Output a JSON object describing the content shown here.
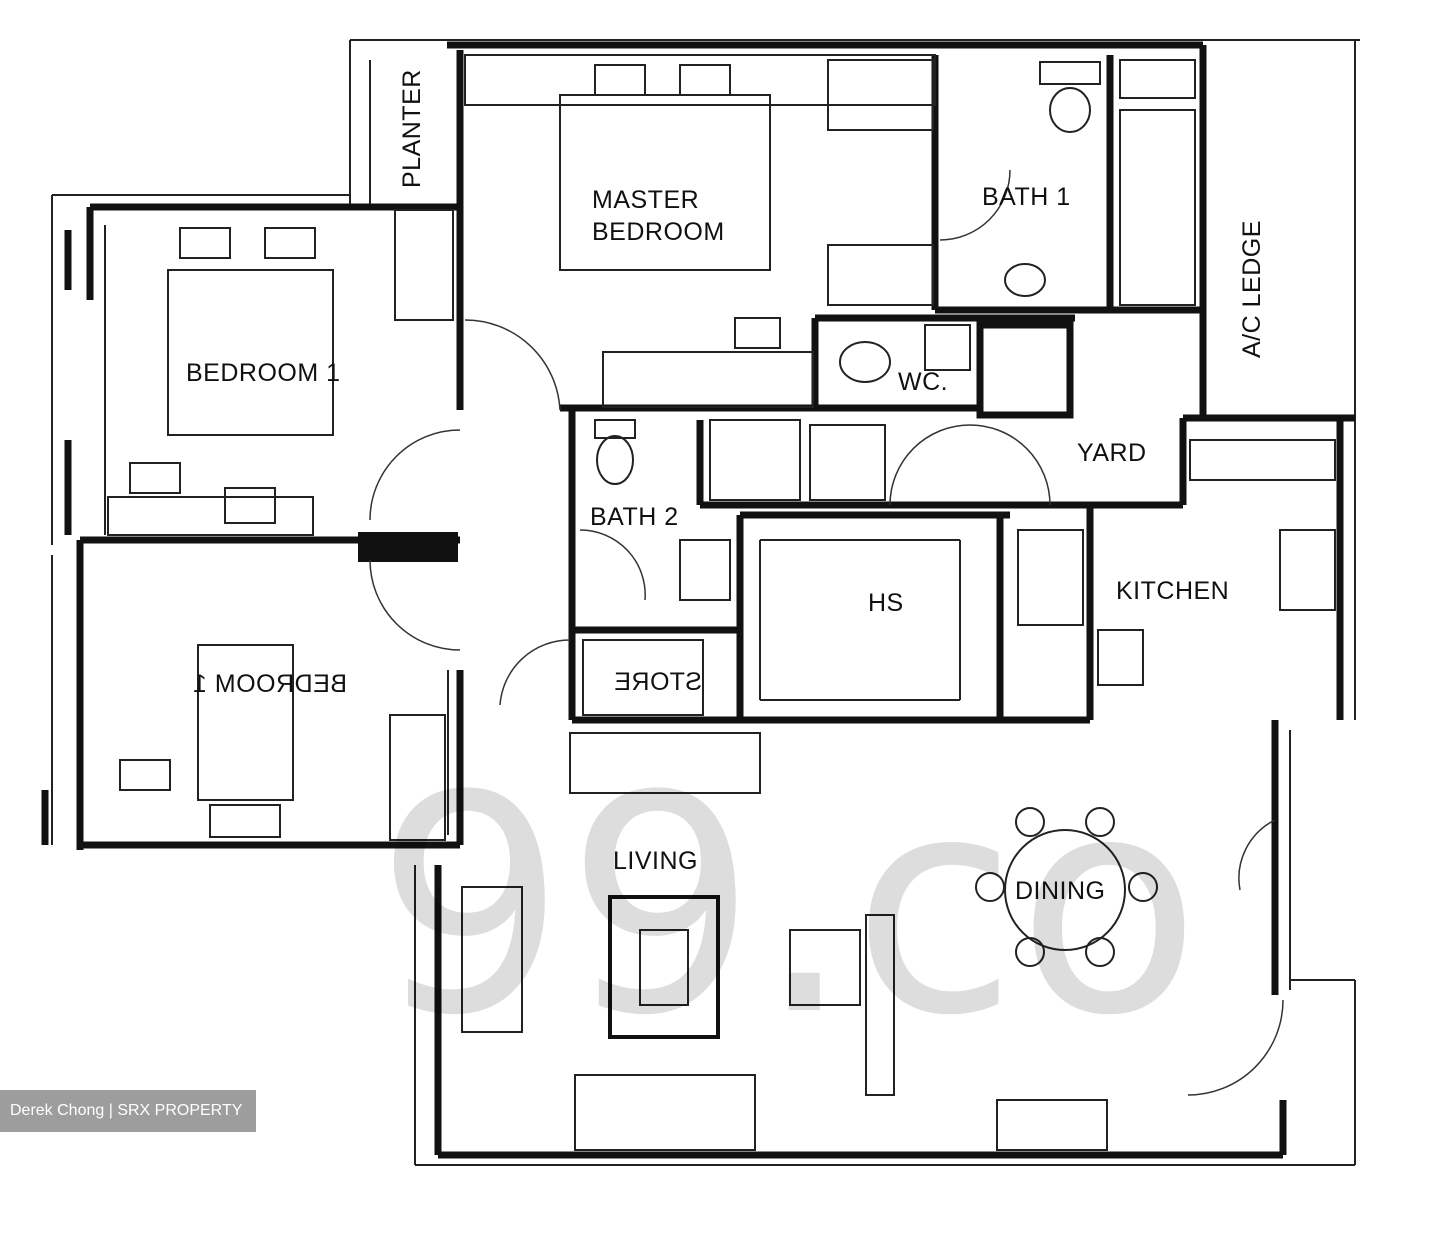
{
  "rooms": {
    "planter": "PLANTER",
    "master_bedroom_line1": "MASTER",
    "master_bedroom_line2": "BEDROOM",
    "bath1": "BATH 1",
    "ac_ledge": "A/C LEDGE",
    "bedroom1": "BEDROOM 1",
    "wc": "WC.",
    "yard": "YARD",
    "bath2": "BATH 2",
    "hs": "HS",
    "kitchen": "KITCHEN",
    "bedroom_lower": "BEDROOM 1 (mirrored)",
    "store": "STORE",
    "living": "LIVING",
    "dining": "DINING"
  },
  "watermark": "99.co",
  "credit": "Derek Chong | SRX PROPERTY",
  "colors": {
    "ink": "#111111",
    "credit_bg": "#8c8c8c"
  }
}
